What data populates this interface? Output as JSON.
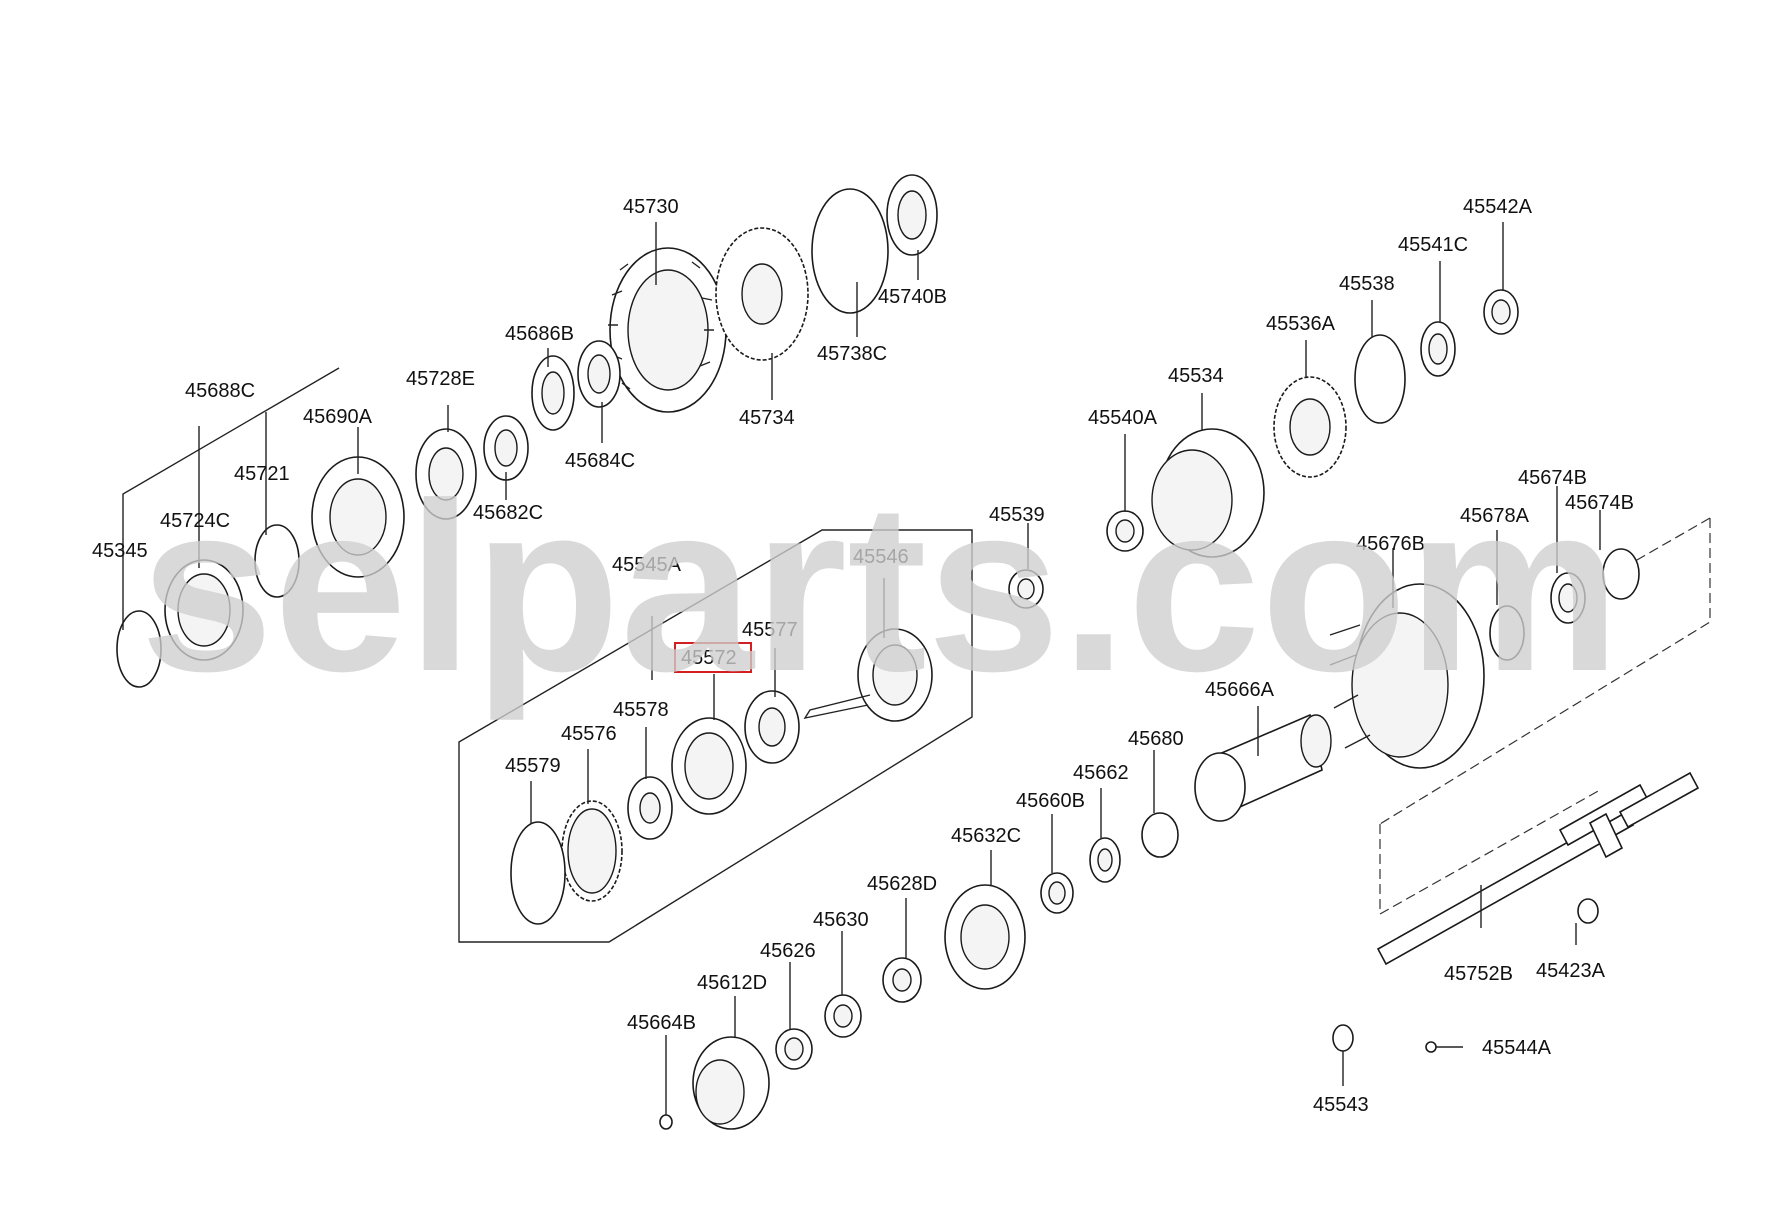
{
  "watermark": "selparts.com",
  "highlight_color": "#d21f1f",
  "parts": [
    {
      "id": "45730",
      "label": "45730"
    },
    {
      "id": "45740B",
      "label": "45740B"
    },
    {
      "id": "45738C",
      "label": "45738C"
    },
    {
      "id": "45734",
      "label": "45734"
    },
    {
      "id": "45686B",
      "label": "45686B"
    },
    {
      "id": "45684C",
      "label": "45684C"
    },
    {
      "id": "45728E",
      "label": "45728E"
    },
    {
      "id": "45682C",
      "label": "45682C"
    },
    {
      "id": "45688C",
      "label": "45688C"
    },
    {
      "id": "45690A",
      "label": "45690A"
    },
    {
      "id": "45721",
      "label": "45721"
    },
    {
      "id": "45724C",
      "label": "45724C"
    },
    {
      "id": "45345",
      "label": "45345"
    },
    {
      "id": "45545A",
      "label": "45545A"
    },
    {
      "id": "45546",
      "label": "45546"
    },
    {
      "id": "45577",
      "label": "45577"
    },
    {
      "id": "45572",
      "label": "45572",
      "highlighted": true
    },
    {
      "id": "45578",
      "label": "45578"
    },
    {
      "id": "45576",
      "label": "45576"
    },
    {
      "id": "45579",
      "label": "45579"
    },
    {
      "id": "45542A",
      "label": "45542A"
    },
    {
      "id": "45541C",
      "label": "45541C"
    },
    {
      "id": "45538",
      "label": "45538"
    },
    {
      "id": "45536A",
      "label": "45536A"
    },
    {
      "id": "45534",
      "label": "45534"
    },
    {
      "id": "45540A",
      "label": "45540A"
    },
    {
      "id": "45539",
      "label": "45539"
    },
    {
      "id": "45674B_1",
      "label": "45674B"
    },
    {
      "id": "45674B_2",
      "label": "45674B"
    },
    {
      "id": "45678A",
      "label": "45678A"
    },
    {
      "id": "45676B",
      "label": "45676B"
    },
    {
      "id": "45666A",
      "label": "45666A"
    },
    {
      "id": "45680",
      "label": "45680"
    },
    {
      "id": "45662",
      "label": "45662"
    },
    {
      "id": "45660B",
      "label": "45660B"
    },
    {
      "id": "45632C",
      "label": "45632C"
    },
    {
      "id": "45628D",
      "label": "45628D"
    },
    {
      "id": "45630",
      "label": "45630"
    },
    {
      "id": "45626",
      "label": "45626"
    },
    {
      "id": "45612D",
      "label": "45612D"
    },
    {
      "id": "45664B",
      "label": "45664B"
    },
    {
      "id": "45752B",
      "label": "45752B"
    },
    {
      "id": "45423A",
      "label": "45423A"
    },
    {
      "id": "45543",
      "label": "45543"
    },
    {
      "id": "45544A",
      "label": "45544A"
    }
  ]
}
